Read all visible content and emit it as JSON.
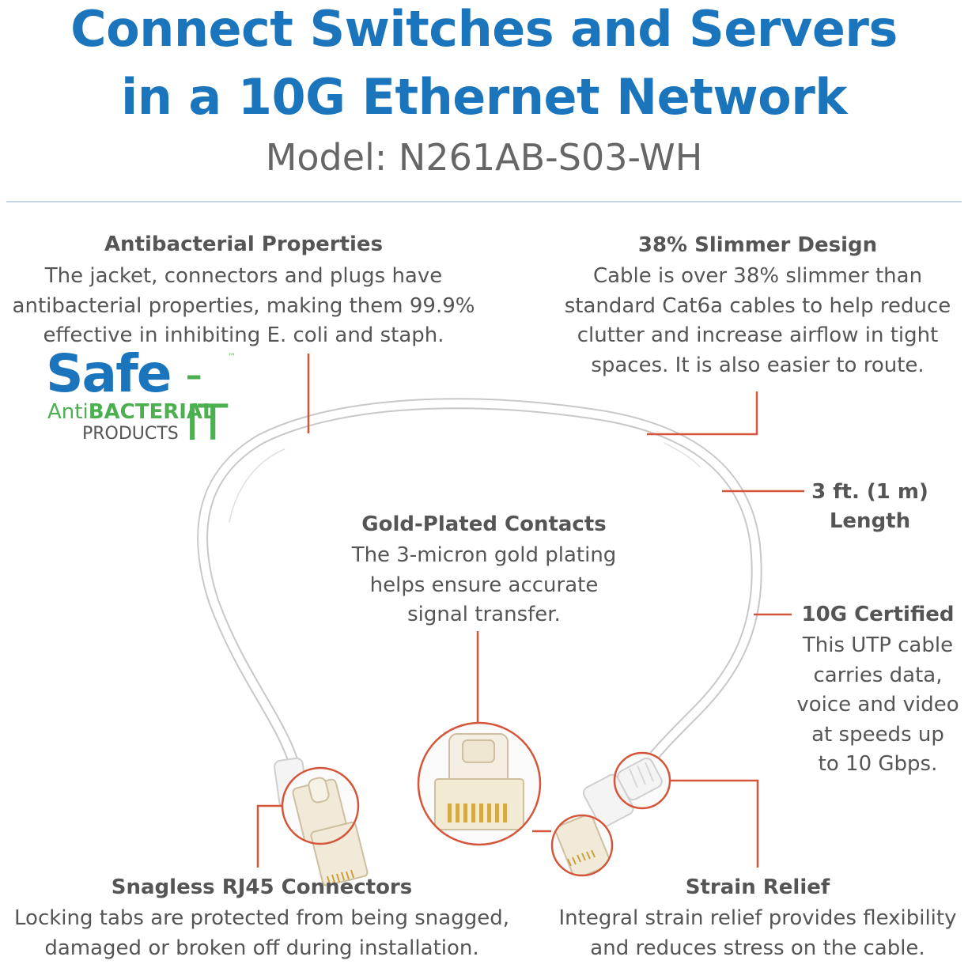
{
  "header": {
    "title_line1": "Connect Switches and Servers",
    "title_line2": "in a 10G Ethernet Network",
    "model": "Model: N261AB-S03-WH"
  },
  "logo": {
    "safe": "Safe",
    "it": "-IT",
    "tm": "™",
    "anti_prefix": "Anti",
    "anti_bold": "BACTERIAL",
    "products": "PRODUCTS"
  },
  "features": {
    "antibacterial": {
      "heading": "Antibacterial Properties",
      "lines": [
        "The jacket, connectors and plugs have",
        "antibacterial properties, making them 99.9%",
        "effective in inhibiting E. coli and staph."
      ]
    },
    "slimmer": {
      "heading": "38% Slimmer Design",
      "lines": [
        "Cable is over 38% slimmer than",
        "standard Cat6a cables to help reduce",
        "clutter and increase airflow in tight",
        "spaces. It is also easier to route."
      ]
    },
    "length": {
      "lines": [
        "3 ft. (1 m)",
        "Length"
      ]
    },
    "gold": {
      "heading": "Gold-Plated Contacts",
      "lines": [
        "The 3-micron gold plating",
        "helps ensure accurate",
        "signal transfer."
      ]
    },
    "certified": {
      "heading": "10G Certified",
      "lines": [
        "This UTP cable",
        "carries data,",
        "voice and video",
        "at speeds up",
        "to 10 Gbps."
      ]
    },
    "snagless": {
      "heading": "Snagless RJ45 Connectors",
      "lines": [
        "Locking tabs are protected from being snagged,",
        "damaged or broken off during installation."
      ]
    },
    "strain": {
      "heading": "Strain Relief",
      "lines": [
        "Integral strain relief provides flexibility",
        "and reduces stress on the cable."
      ]
    }
  },
  "colors": {
    "title_blue": "#1b75bc",
    "callout_orange": "#d4563a",
    "logo_green": "#4caf50",
    "text_gray": "#555555"
  }
}
